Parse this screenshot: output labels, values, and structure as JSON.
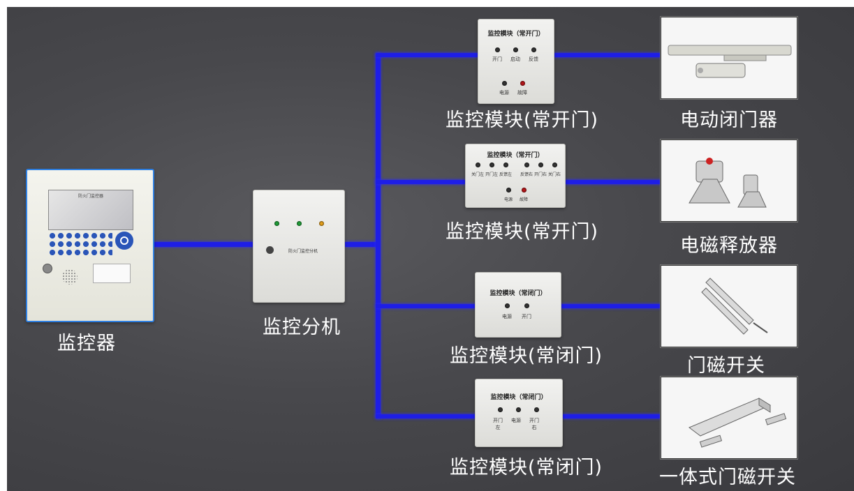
{
  "labels": {
    "controller": "监控器",
    "sub_unit": "监控分机",
    "module_1": "监控模块(常开门)",
    "module_2": "监控模块(常开门)",
    "module_3": "监控模块(常闭门)",
    "module_4": "监控模块(常闭门)",
    "device_1": "电动闭门器",
    "device_2": "电磁释放器",
    "device_3": "门磁开关",
    "device_4": "一体式门磁开关"
  },
  "controller_panel": {
    "screen_title": "防火门监控器"
  },
  "sub_unit_panel": {
    "plate_text": "防火门监控分机"
  },
  "module_panels": {
    "m1": {
      "title": "监控模块（常开门）",
      "leds": [
        "开门",
        "启动",
        "反馈",
        "电源",
        "故障"
      ]
    },
    "m2": {
      "title": "监控模块（常开门）",
      "leds": [
        "关门左",
        "开门左",
        "反馈左",
        "反馈右",
        "开门右",
        "关门右",
        "电源",
        "故障"
      ]
    },
    "m3": {
      "title": "监控模块（常闭门）",
      "leds": [
        "电源",
        "开门"
      ]
    },
    "m4": {
      "title": "监控模块（常闭门）",
      "leds": [
        "开门左",
        "电源",
        "开门右"
      ]
    }
  },
  "colors": {
    "wire": "#1e1ee6",
    "background": "#48484c",
    "caption": "#ffffff"
  }
}
